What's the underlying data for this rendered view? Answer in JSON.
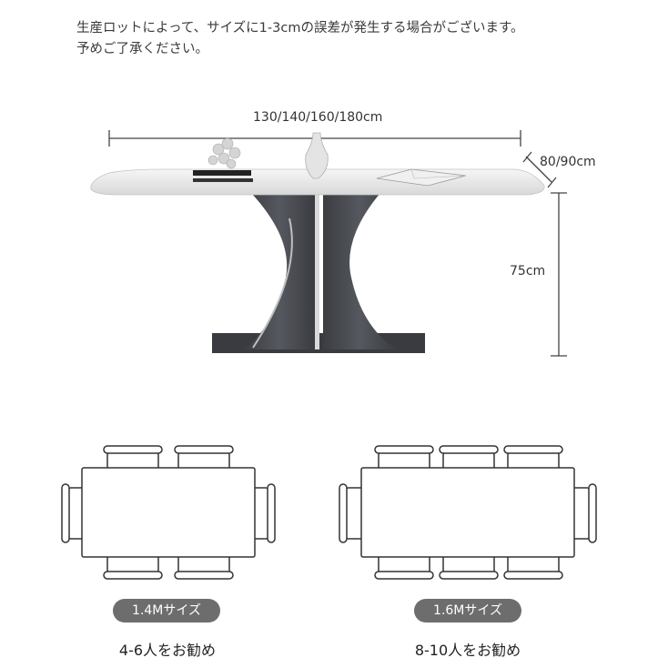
{
  "note": {
    "line1": "生産ロットによって、サイズに1-3cmの誤差が発生する場合がございます。",
    "line2": "予めご了承ください。"
  },
  "dimensions": {
    "length": "130/140/160/180cm",
    "width": "80/90cm",
    "height": "75cm"
  },
  "layouts": [
    {
      "size_label": "1.4Mサイズ",
      "caption": "4-6人をお勧め"
    },
    {
      "size_label": "1.6Mサイズ",
      "caption": "8-10人をお勧め"
    }
  ],
  "colors": {
    "pill": "#6d6d6d",
    "line": "#444444",
    "base": "#3d3f44"
  }
}
